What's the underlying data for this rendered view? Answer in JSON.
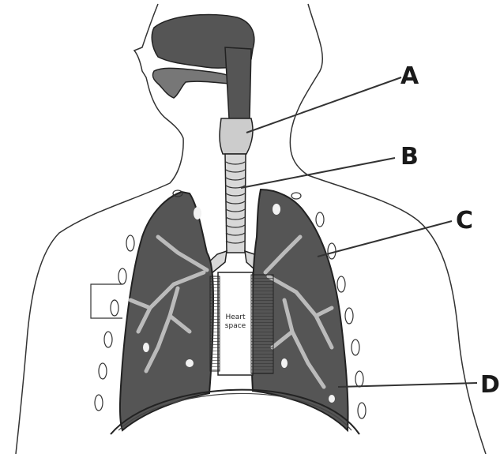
{
  "diagram": {
    "labels": {
      "a": "A",
      "b": "B",
      "c": "C",
      "d": "D"
    },
    "heart_space_line1": "Heart",
    "heart_space_line2": "space",
    "colors": {
      "lung": "#555555",
      "airway": "#d4d4d4",
      "outline": "#222222",
      "paper": "#ffffff"
    }
  }
}
